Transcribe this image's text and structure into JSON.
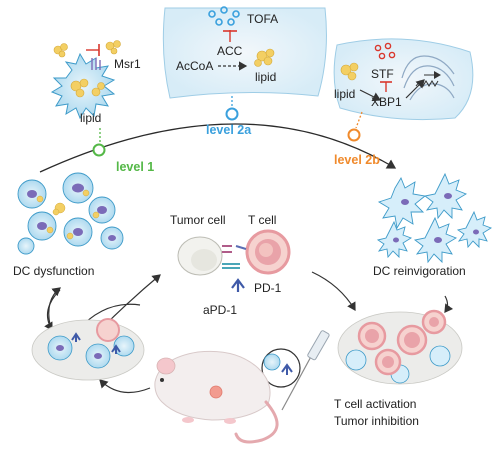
{
  "labels": {
    "tofa": "TOFA",
    "acc": "ACC",
    "acoa": "AcCoA",
    "lipid_top": "lipid",
    "msr1": "Msr1",
    "lipid_left": "lipid",
    "stf": "STF",
    "lipid_right": "lipid",
    "xbp1": "XBP1",
    "level1": "level 1",
    "level2a": "level 2a",
    "level2b": "level 2b",
    "dc_dysfunction": "DC dysfunction",
    "dc_reinvigoration": "DC reinvigoration",
    "tumor_cell": "Tumor cell",
    "t_cell": "T cell",
    "pd1": "PD-1",
    "apd1": "aPD-1",
    "t_cell_activation": "T cell activation",
    "tumor_inhibition": "Tumor inhibition"
  },
  "colors": {
    "level1": "#54b847",
    "level2a": "#3aa0dd",
    "level2b": "#f08a2c",
    "dc_blue": "#bfe3f3",
    "dc_stroke": "#3e9bc9",
    "nucleus": "#7b6bb8",
    "lipid": "#f3cf63",
    "inhibit": "#d9372d",
    "tcell_ring": "#e79aa0"
  }
}
